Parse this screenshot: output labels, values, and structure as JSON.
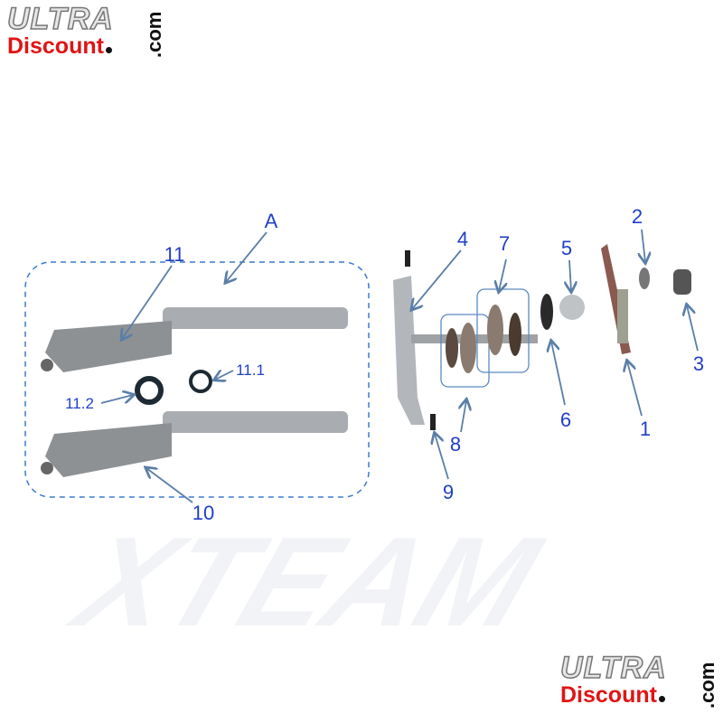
{
  "logo": {
    "ultra": "ULTRA",
    "discount": "Discount",
    "com": ".com"
  },
  "watermark": "XTEAM",
  "labels": {
    "A": "A",
    "p1": "1",
    "p2": "2",
    "p3": "3",
    "p4": "4",
    "p5": "5",
    "p6": "6",
    "p7": "7",
    "p8": "8",
    "p9": "9",
    "p10": "10",
    "p11": "11",
    "p11_1": "11.1",
    "p11_2": "11.2"
  },
  "colors": {
    "label": "#1f3fc8",
    "arrow": "#5a7fa8",
    "brand_red": "#e01414"
  }
}
